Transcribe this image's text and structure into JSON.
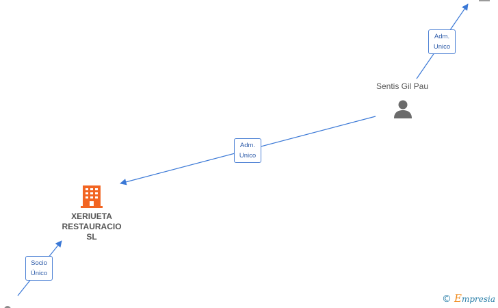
{
  "nodes": {
    "person": {
      "name": "Sentis Gil Pau",
      "icon": "person-icon"
    },
    "company": {
      "name_lines": [
        "XERIUETA",
        "RESTAURACIO",
        "SL"
      ],
      "icon": "building-icon",
      "color": "#f26522"
    }
  },
  "edges": {
    "person_to_top": {
      "label_lines": [
        "Adm.",
        "Unico"
      ]
    },
    "person_to_company": {
      "label_lines": [
        "Adm.",
        "Unico"
      ]
    },
    "bottom_to_company": {
      "label_lines": [
        "Socio",
        "Único"
      ]
    }
  },
  "colors": {
    "edge": "#3a78d6",
    "label_border": "#4a7fd4",
    "label_text": "#2c5aa8",
    "node_text": "#555555"
  },
  "watermark": {
    "copyright": "©",
    "brand_initial": "E",
    "brand_rest": "mpresia"
  }
}
